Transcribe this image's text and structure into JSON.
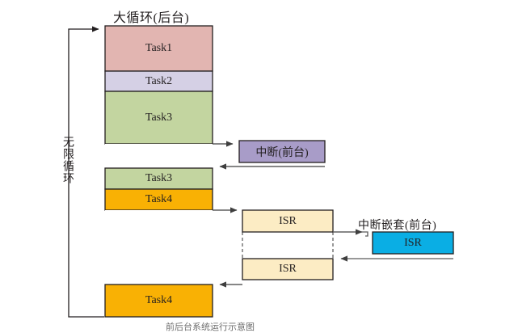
{
  "diagram": {
    "title_main": "大循环(后台)",
    "title_nested": "中断嵌套(前台)",
    "loop_label": "无限循环",
    "footnote": "前后台系统运行示意图",
    "colors": {
      "task1": "#e2b5b1",
      "task2": "#d5d0e5",
      "task3": "#c3d5a0",
      "task4": "#f9b104",
      "interrupt": "#a89cc8",
      "isr_cream": "#fcecc4",
      "isr_blue": "#0aaee4",
      "stroke": "#231f20",
      "line": "#5a5a5a"
    },
    "blocks": [
      {
        "name": "task1",
        "label": "Task1"
      },
      {
        "name": "task2",
        "label": "Task2"
      },
      {
        "name": "task3a",
        "label": "Task3"
      },
      {
        "name": "gap",
        "label": ""
      },
      {
        "name": "task3b",
        "label": "Task3"
      },
      {
        "name": "task4a",
        "label": "Task4"
      },
      {
        "name": "task4b",
        "label": "Task4"
      }
    ],
    "interrupt_box": {
      "label": "中断(前台)"
    },
    "isr_boxes": [
      {
        "name": "isr-upper",
        "label": "ISR"
      },
      {
        "name": "isr-lower",
        "label": "ISR"
      },
      {
        "name": "isr-nested",
        "label": "ISR"
      }
    ]
  }
}
